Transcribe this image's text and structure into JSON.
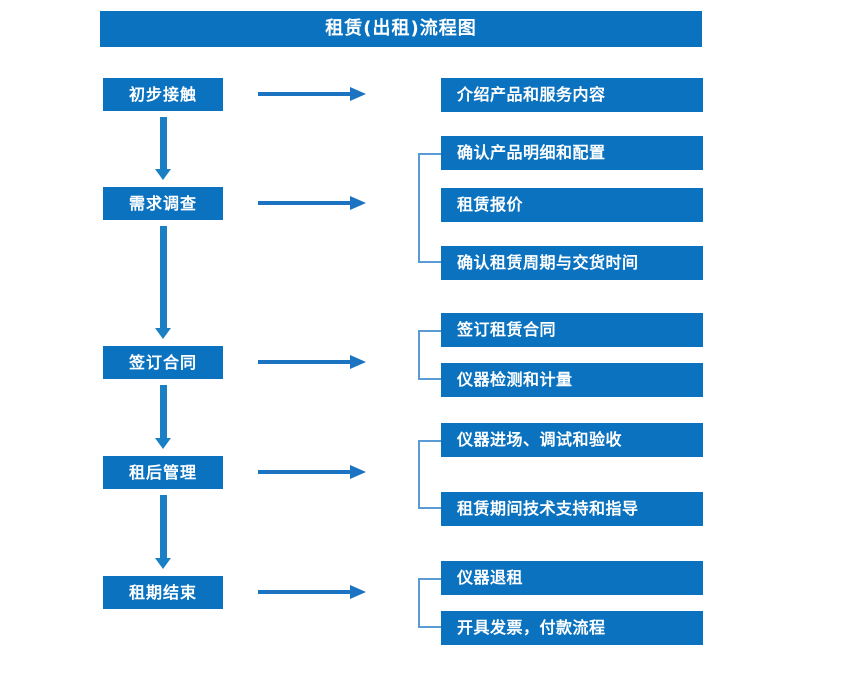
{
  "title": "租赁(出租)流程图",
  "colors": {
    "box_blue": "#0B72BF",
    "arrow_blue": "#1B73C1",
    "vertical_arrow_blue": "#1B7FC4",
    "bracket_blue": "#5B9BD5",
    "text_white": "#FFFFFF",
    "background": "#FFFFFF"
  },
  "stages": [
    {
      "label": "初步接触"
    },
    {
      "label": "需求调查"
    },
    {
      "label": "签订合同"
    },
    {
      "label": "租后管理"
    },
    {
      "label": "租期结束"
    }
  ],
  "details": [
    {
      "label": "介绍产品和服务内容"
    },
    {
      "label": "确认产品明细和配置"
    },
    {
      "label": "租赁报价"
    },
    {
      "label": "确认租赁周期与交货时间"
    },
    {
      "label": "签订租赁合同"
    },
    {
      "label": "仪器检测和计量"
    },
    {
      "label": "仪器进场、调试和验收"
    },
    {
      "label": "租赁期间技术支持和指导"
    },
    {
      "label": "仪器退租"
    },
    {
      "label": "开具发票，付款流程"
    }
  ],
  "groups": [
    {
      "stage": "初步接触",
      "items": [
        "介绍产品和服务内容"
      ],
      "bracket": false
    },
    {
      "stage": "需求调查",
      "items": [
        "确认产品明细和配置",
        "租赁报价",
        "确认租赁周期与交货时间"
      ],
      "bracket": true
    },
    {
      "stage": "签订合同",
      "items": [
        "签订租赁合同",
        "仪器检测和计量"
      ],
      "bracket": true
    },
    {
      "stage": "租后管理",
      "items": [
        "仪器进场、调试和验收",
        "租赁期间技术支持和指导"
      ],
      "bracket": true
    },
    {
      "stage": "租期结束",
      "items": [
        "仪器退租",
        "开具发票，付款流程"
      ],
      "bracket": true
    }
  ],
  "flow_arrows": {
    "vertical_label": "向下流程箭头",
    "horizontal_label": "指向明细箭头",
    "vertical_count": 4,
    "horizontal_count": 5
  }
}
